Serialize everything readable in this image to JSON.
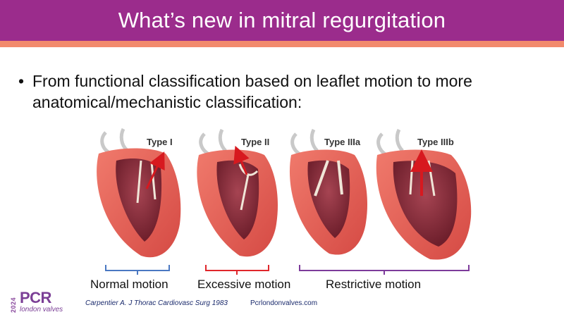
{
  "slide": {
    "title": "What’s new in mitral regurgitation",
    "bullet_marker": "•",
    "bullet_text": "From functional classification based on leaflet motion to more anatomical/mechanistic classification:"
  },
  "figure": {
    "hearts": [
      {
        "label": "Type I"
      },
      {
        "label": "Type II"
      },
      {
        "label": "Type IIIa"
      },
      {
        "label": "Type IIIb"
      }
    ],
    "groups": [
      {
        "label": "Normal motion",
        "color": "#4a78c2"
      },
      {
        "label": "Excessive motion",
        "color": "#e0262b"
      },
      {
        "label": "Restrictive motion",
        "color": "#7d3b9b"
      }
    ]
  },
  "footer": {
    "logo_main": "PCR",
    "logo_sub": "london valves",
    "logo_year": "2024",
    "citation": "Carpentier A. J Thorac Cardiovasc Surg 1983",
    "website": "Pcrlondonvalves.com"
  },
  "colors": {
    "title_bar": "#9b2c8c",
    "accent_bar": "#f28a6c",
    "myocardium": "#e8665a",
    "cavity": "#8a2c3a",
    "arrow": "#d7191f"
  }
}
